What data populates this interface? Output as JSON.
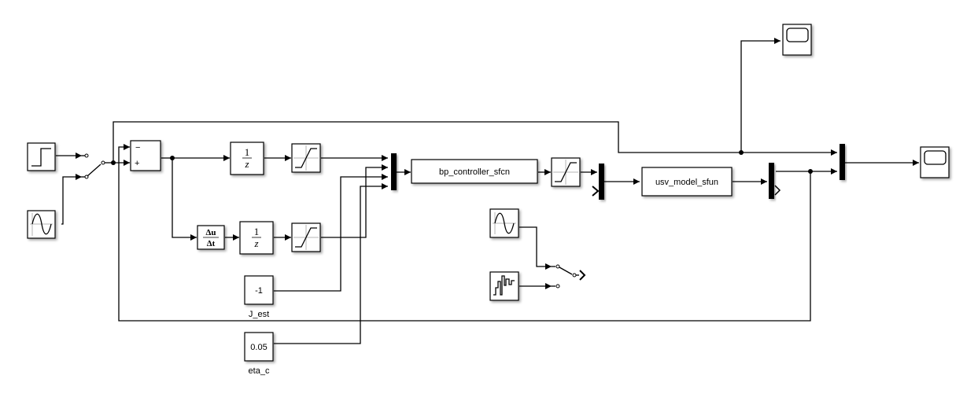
{
  "diagram": {
    "type": "simulink-block-diagram",
    "blocks": {
      "step": {
        "kind": "Step",
        "icon": "step-icon"
      },
      "sine1": {
        "kind": "Sine Wave",
        "icon": "sine-wave-icon"
      },
      "manual_switch1": {
        "kind": "Manual Switch",
        "icon": "manual-switch-icon"
      },
      "sum": {
        "kind": "Sum",
        "signs": [
          "−",
          "+"
        ]
      },
      "unit_delay1": {
        "kind": "Unit Delay",
        "num": "1",
        "den": "z"
      },
      "saturation1": {
        "kind": "Saturation",
        "icon": "saturation-icon"
      },
      "derivative": {
        "kind": "Derivative",
        "num": "Δu",
        "den": "Δt"
      },
      "unit_delay2": {
        "kind": "Unit Delay",
        "num": "1",
        "den": "z"
      },
      "saturation2": {
        "kind": "Saturation",
        "icon": "saturation-icon"
      },
      "const_j": {
        "kind": "Constant",
        "value": "-1",
        "label": "J_est"
      },
      "const_eta": {
        "kind": "Constant",
        "value": "0.05",
        "label": "eta_c"
      },
      "mux1": {
        "kind": "Mux",
        "inputs": 4
      },
      "controller": {
        "kind": "S-Function",
        "name": "bp_controller_sfcn"
      },
      "saturation3": {
        "kind": "Saturation",
        "icon": "saturation-icon"
      },
      "mux2": {
        "kind": "Mux",
        "inputs": 2
      },
      "plant": {
        "kind": "S-Function",
        "name": "usv_model_sfun"
      },
      "demux": {
        "kind": "Demux",
        "outputs": 2
      },
      "mux3": {
        "kind": "Mux",
        "inputs": 2
      },
      "scope1": {
        "kind": "Scope",
        "icon": "scope-icon"
      },
      "scope2": {
        "kind": "Scope",
        "icon": "scope-icon"
      },
      "sine2": {
        "kind": "Sine Wave",
        "icon": "sine-wave-icon"
      },
      "random": {
        "kind": "Random Number",
        "icon": "random-signal-icon"
      },
      "manual_switch2": {
        "kind": "Manual Switch",
        "icon": "manual-switch-icon"
      }
    }
  }
}
